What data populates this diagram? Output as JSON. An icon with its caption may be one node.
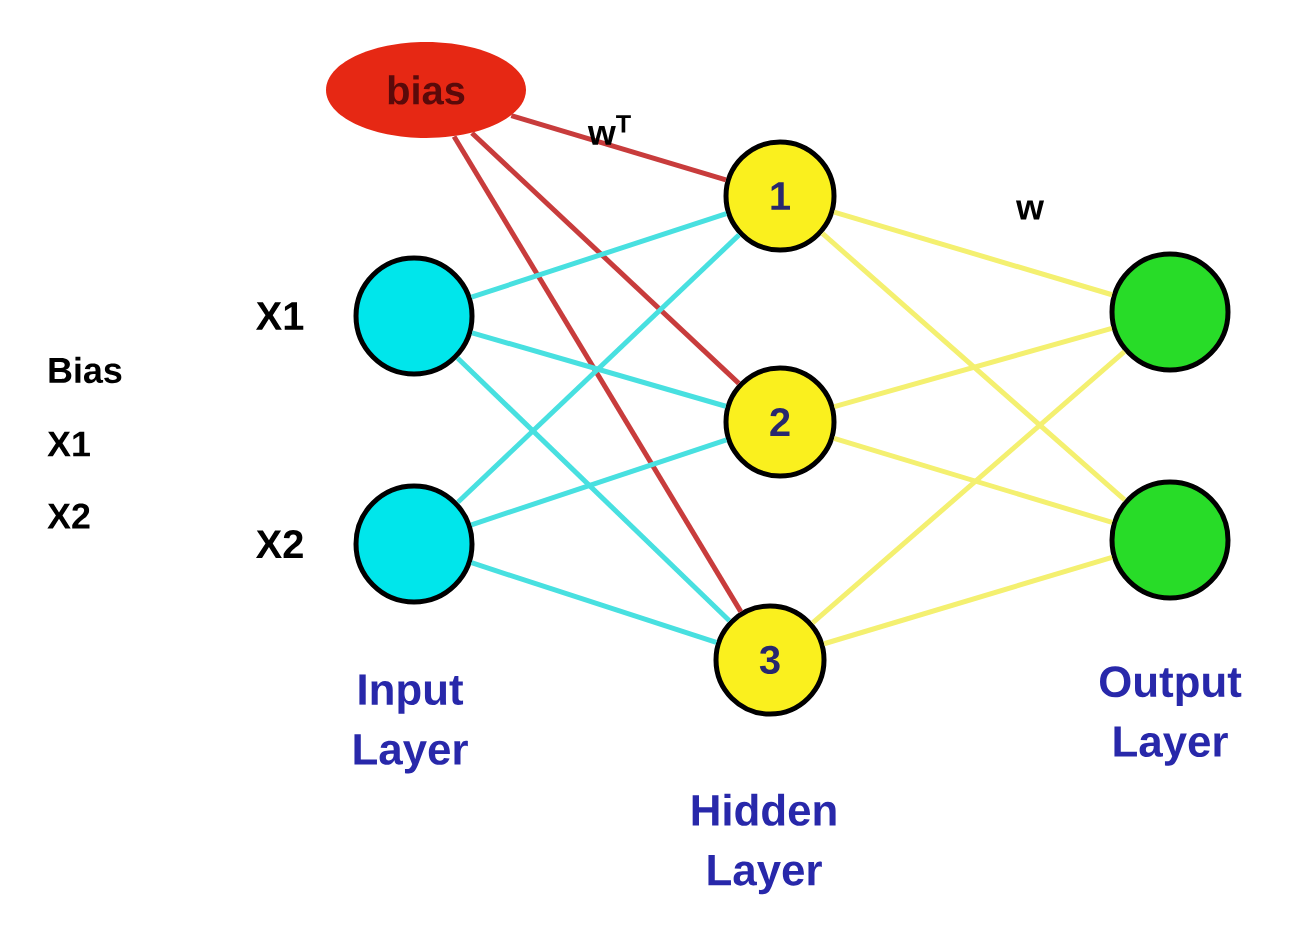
{
  "diagram": {
    "nodes": [
      {
        "text": [
          "bias"
        ]
      },
      {
        "text": [],
        "shape": "circle",
        "beside": [
          "X1"
        ]
      },
      {
        "text": [],
        "shape": "circle",
        "beside": [
          "X2"
        ]
      },
      {
        "text": [
          "1"
        ]
      },
      {
        "text": [
          "2"
        ]
      },
      {
        "text": [
          "3"
        ]
      },
      {
        "text": [],
        "shape": "circle"
      },
      {
        "text": [],
        "shape": "circle"
      }
    ],
    "edges": [
      {
        "from": 0,
        "to": 3,
        "arrow": "none",
        "color": "#c83c3c"
      },
      {
        "from": 0,
        "to": 4,
        "arrow": "none",
        "color": "#c83c3c"
      },
      {
        "from": 0,
        "to": 5,
        "arrow": "none",
        "color": "#c83c3c"
      },
      {
        "from": 1,
        "to": 3,
        "arrow": "none",
        "color": "#48e0e0"
      },
      {
        "from": 1,
        "to": 4,
        "arrow": "none",
        "color": "#48e0e0"
      },
      {
        "from": 1,
        "to": 5,
        "arrow": "none",
        "color": "#48e0e0"
      },
      {
        "from": 2,
        "to": 3,
        "arrow": "none",
        "color": "#48e0e0"
      },
      {
        "from": 2,
        "to": 4,
        "arrow": "none",
        "color": "#48e0e0"
      },
      {
        "from": 2,
        "to": 5,
        "arrow": "none",
        "color": "#48e0e0"
      },
      {
        "from": 3,
        "to": 6,
        "arrow": "none",
        "color": "#f4f070"
      },
      {
        "from": 3,
        "to": 7,
        "arrow": "none",
        "color": "#f4f070"
      },
      {
        "from": 4,
        "to": 6,
        "arrow": "none",
        "color": "#f4f070"
      },
      {
        "from": 4,
        "to": 7,
        "arrow": "none",
        "color": "#f4f070"
      },
      {
        "from": 5,
        "to": 6,
        "arrow": "none",
        "color": "#f4f070"
      },
      {
        "from": 5,
        "to": 7,
        "arrow": "none",
        "color": "#f4f070"
      }
    ],
    "labels": [
      "Bias",
      "X1",
      "X2",
      "w$^{T}$",
      "w",
      "Input Layer",
      "Hidden Layer",
      "Output Layer"
    ]
  }
}
